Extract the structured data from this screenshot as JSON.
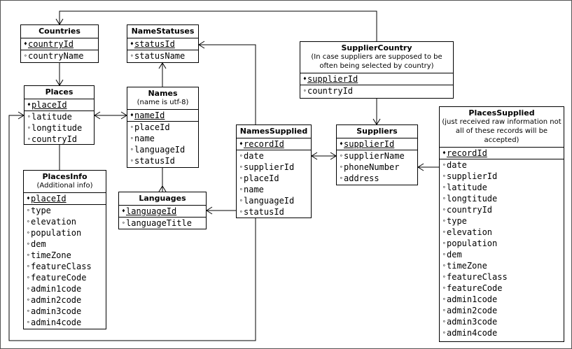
{
  "markers": {
    "key": "♦",
    "attribute": "∘"
  },
  "entities": {
    "countries": {
      "title": "Countries",
      "pk": [
        "countryId"
      ],
      "attrs": [
        "countryName"
      ]
    },
    "name_statuses": {
      "title": "NameStatuses",
      "pk": [
        "statusId"
      ],
      "attrs": [
        "statusName"
      ]
    },
    "supplier_country": {
      "title": "SupplierCountry",
      "note": "(In case suppliers are supposed to be often being selected by country)",
      "pk": [
        "supplierId"
      ],
      "attrs": [
        "countryId"
      ]
    },
    "places": {
      "title": "Places",
      "pk": [
        "placeId"
      ],
      "attrs": [
        "latitude",
        "longtitude",
        "countryId"
      ]
    },
    "names": {
      "title": "Names",
      "note": "(name is utf-8)",
      "pk": [
        "nameId"
      ],
      "attrs": [
        "placeId",
        "name",
        "languageId",
        "statusId"
      ]
    },
    "places_info": {
      "title": "PlacesInfo",
      "note": "(Additional info)",
      "pk": [
        "placeId"
      ],
      "attrs": [
        "type",
        "elevation",
        "population",
        "dem",
        "timeZone",
        "featureClass",
        "featureCode",
        "admin1code",
        "admin2code",
        "admin3code",
        "admin4code"
      ]
    },
    "languages": {
      "title": "Languages",
      "pk": [
        "languageId"
      ],
      "attrs": [
        "languageTitle"
      ]
    },
    "names_supplied": {
      "title": "NamesSupplied",
      "pk": [
        "recordId"
      ],
      "attrs": [
        "date",
        "supplierId",
        "placeId",
        "name",
        "languageId",
        "statusId"
      ]
    },
    "suppliers": {
      "title": "Suppliers",
      "pk": [
        "supplierId"
      ],
      "attrs": [
        "supplierName",
        "phoneNumber",
        "address"
      ]
    },
    "places_supplied": {
      "title": "PlacesSupplied",
      "note": "(just received raw information not all of these records will be accepted)",
      "pk": [
        "recordId"
      ],
      "attrs": [
        "date",
        "supplierId",
        "latitude",
        "longtitude",
        "countryId",
        "type",
        "elevation",
        "population",
        "dem",
        "timeZone",
        "featureClass",
        "featureCode",
        "admin1code",
        "admin2code",
        "admin3code",
        "admin4code"
      ]
    }
  }
}
